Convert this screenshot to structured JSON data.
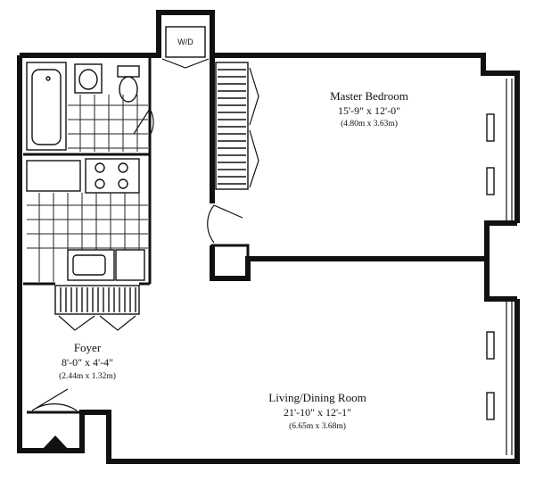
{
  "rooms": {
    "master_bedroom": {
      "name": "Master Bedroom",
      "dimensions": "15'-9\" x 12'-0\"",
      "metric": "(4.80m x 3.63m)"
    },
    "foyer": {
      "name": "Foyer",
      "dimensions": "8'-0\" x 4'-4\"",
      "metric": "(2.44m x 1.32m)"
    },
    "living_dining": {
      "name": "Living/Dining Room",
      "dimensions": "21'-10\" x 12'-1\"",
      "metric": "(6.65m x 3.68m)"
    }
  },
  "fixtures": {
    "washer_dryer": "W/D"
  }
}
